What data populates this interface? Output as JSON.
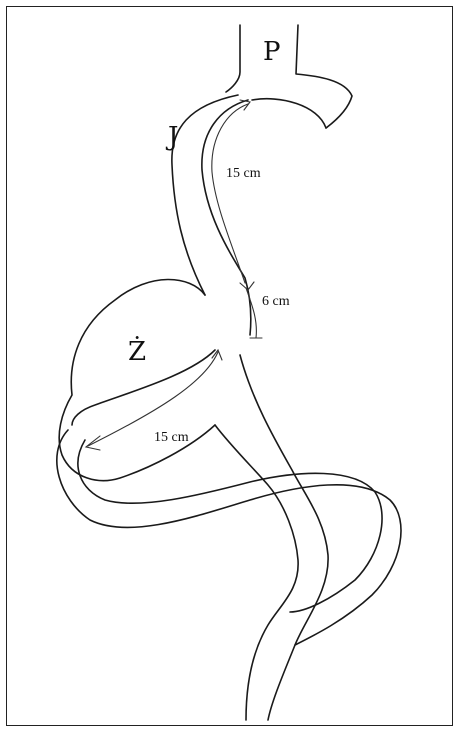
{
  "diagram": {
    "labels": {
      "pouch": "P",
      "jejunum": "J",
      "stomach": "Ż"
    },
    "measurements": {
      "upper_limb": "15 cm",
      "middle_segment": "6 cm",
      "lower_limb": "15 cm"
    }
  }
}
